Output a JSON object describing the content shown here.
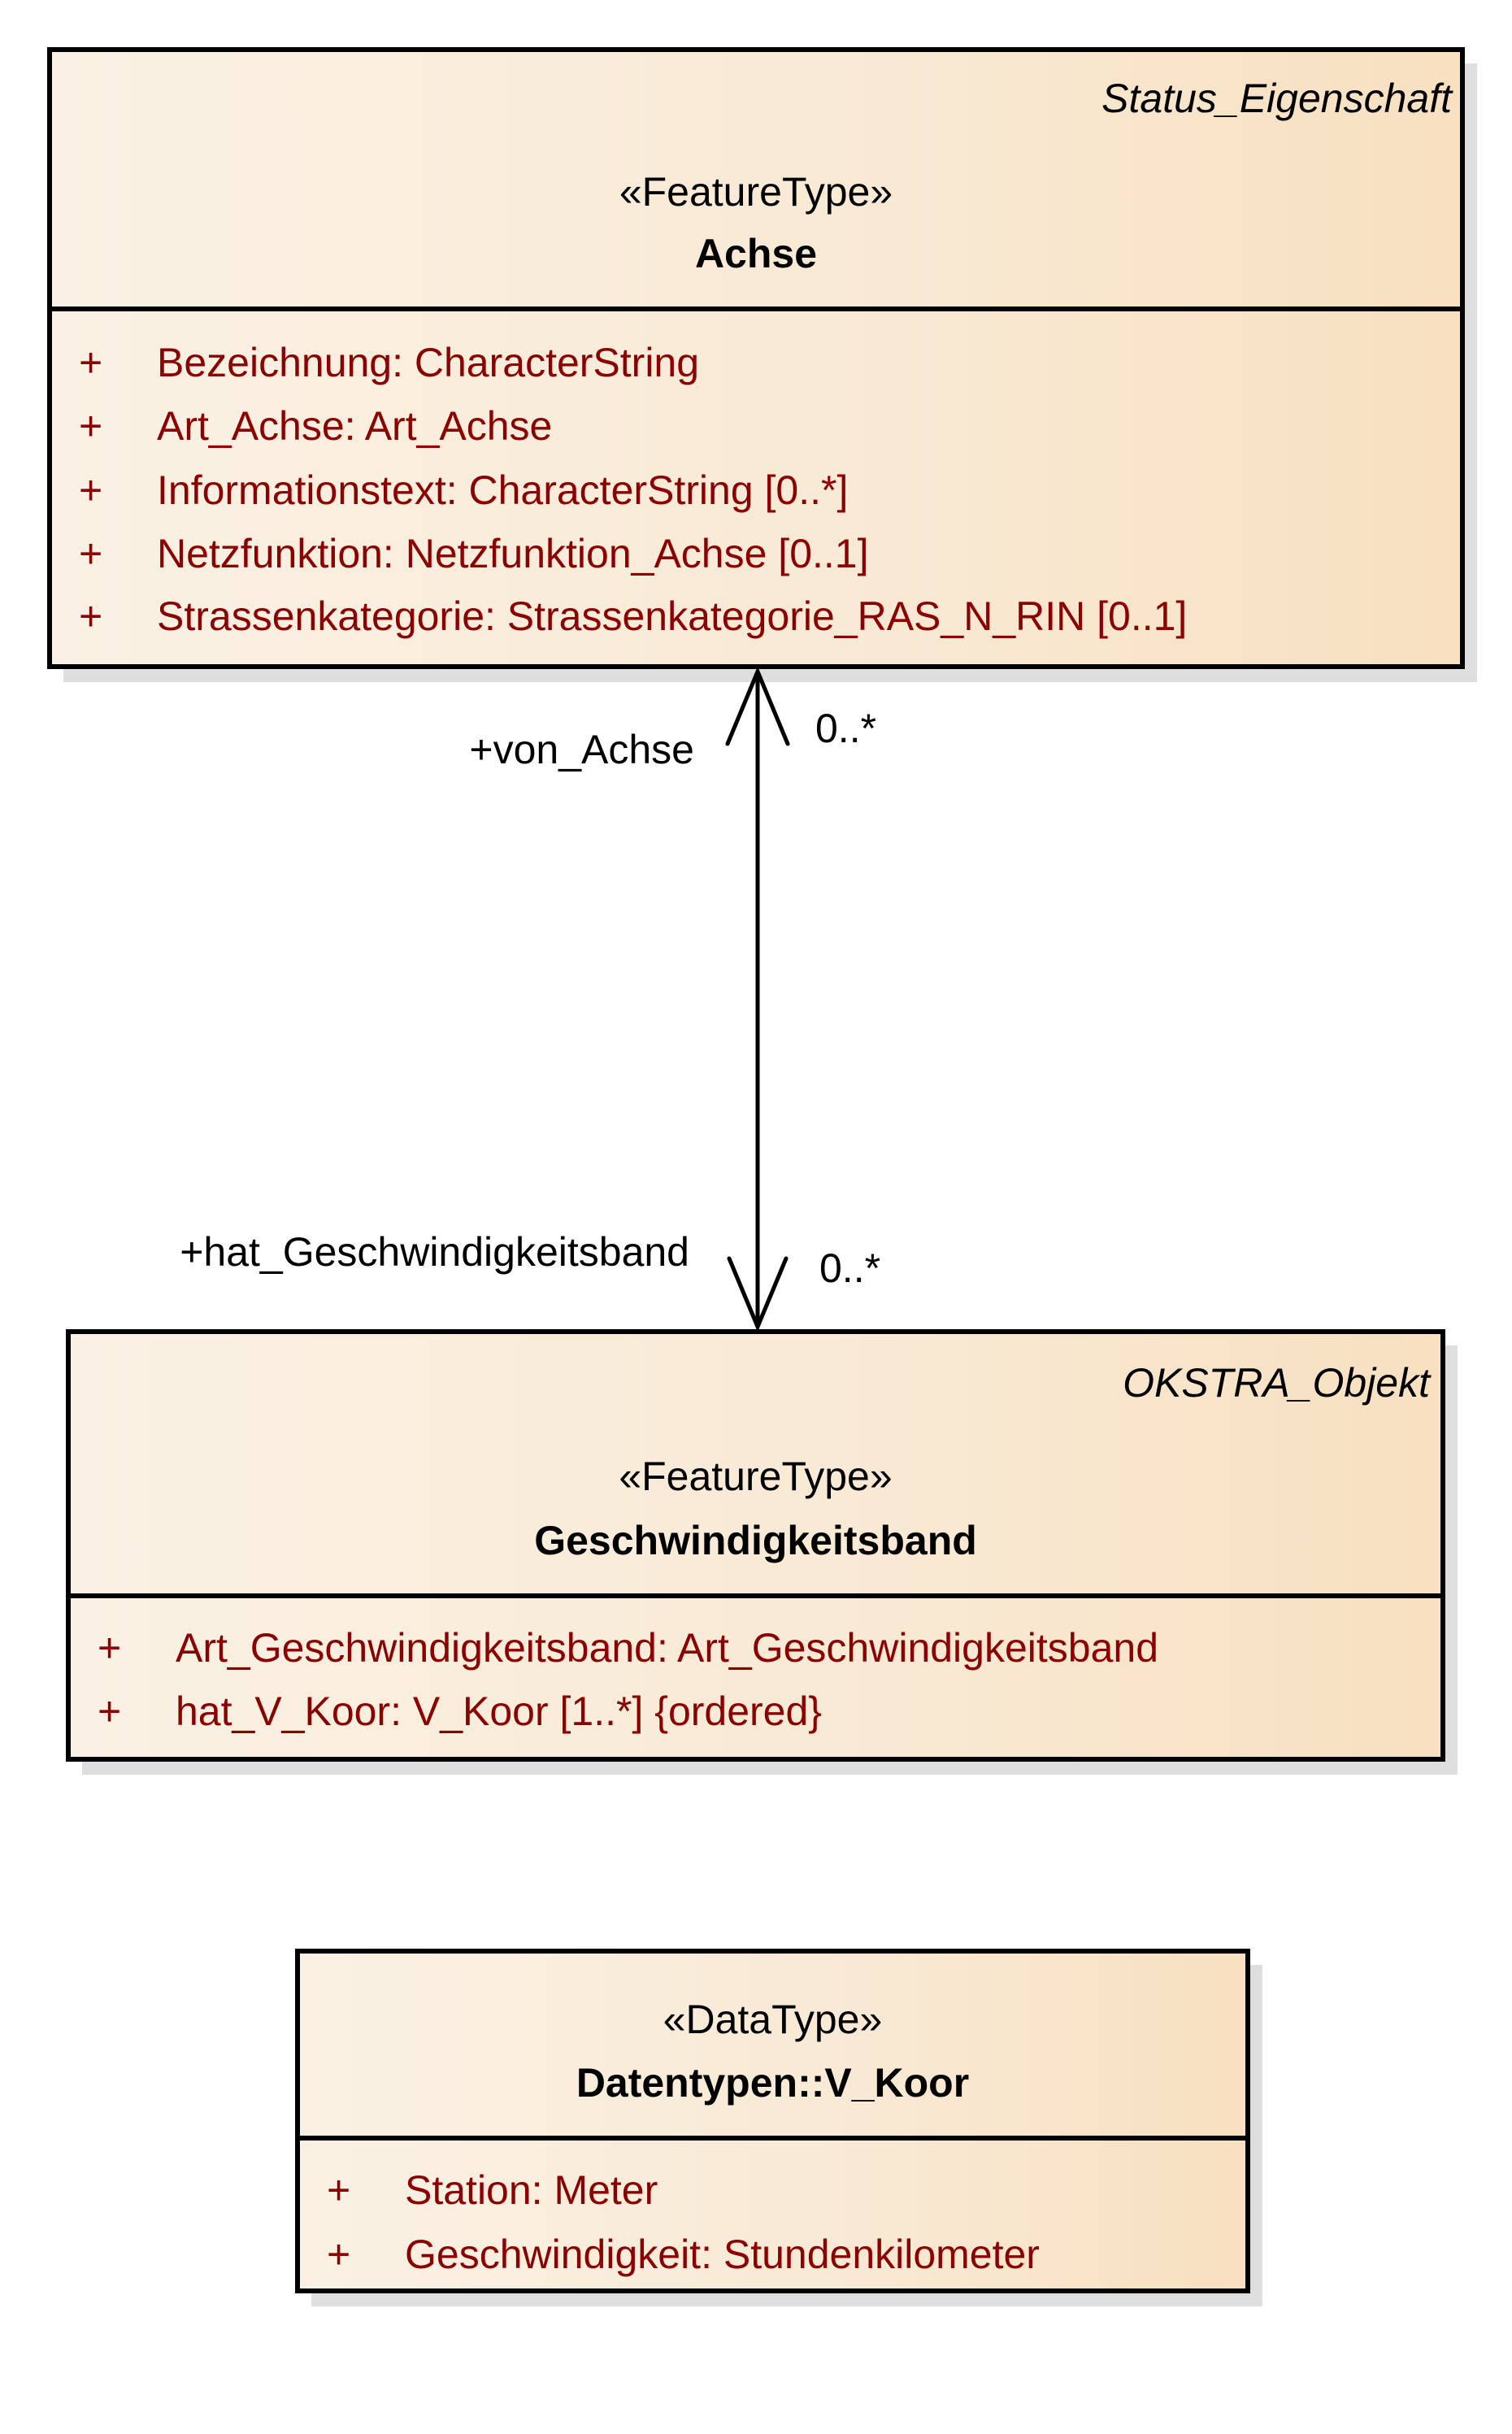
{
  "classes": {
    "achse": {
      "tag": "Status_Eigenschaft",
      "stereotype": "«FeatureType»",
      "name": "Achse",
      "attributes": [
        {
          "visibility": "+",
          "text": "Bezeichnung: CharacterString"
        },
        {
          "visibility": "+",
          "text": "Art_Achse: Art_Achse"
        },
        {
          "visibility": "+",
          "text": "Informationstext: CharacterString [0..*]"
        },
        {
          "visibility": "+",
          "text": "Netzfunktion: Netzfunktion_Achse [0..1]"
        },
        {
          "visibility": "+",
          "text": "Strassenkategorie: Strassenkategorie_RAS_N_RIN [0..1]"
        }
      ]
    },
    "geschwindigkeitsband": {
      "tag": "OKSTRA_Objekt",
      "stereotype": "«FeatureType»",
      "name": "Geschwindigkeitsband",
      "attributes": [
        {
          "visibility": "+",
          "text": "Art_Geschwindigkeitsband: Art_Geschwindigkeitsband"
        },
        {
          "visibility": "+",
          "text": "hat_V_Koor: V_Koor [1..*] {ordered}"
        }
      ]
    },
    "v_koor": {
      "stereotype": "«DataType»",
      "name": "Datentypen::V_Koor",
      "attributes": [
        {
          "visibility": "+",
          "text": "Station: Meter"
        },
        {
          "visibility": "+",
          "text": "Geschwindigkeit: Stundenkilometer"
        }
      ]
    }
  },
  "association": {
    "top_end": {
      "role": "+von_Achse",
      "multiplicity": "0..*"
    },
    "bottom_end": {
      "role": "+hat_Geschwindigkeitsband",
      "multiplicity": "0..*"
    }
  },
  "colors": {
    "attribute_text": "#8b0000",
    "fill_light": "#faf1e4",
    "fill_dark": "#f8e0c0",
    "shadow": "#dedede"
  }
}
